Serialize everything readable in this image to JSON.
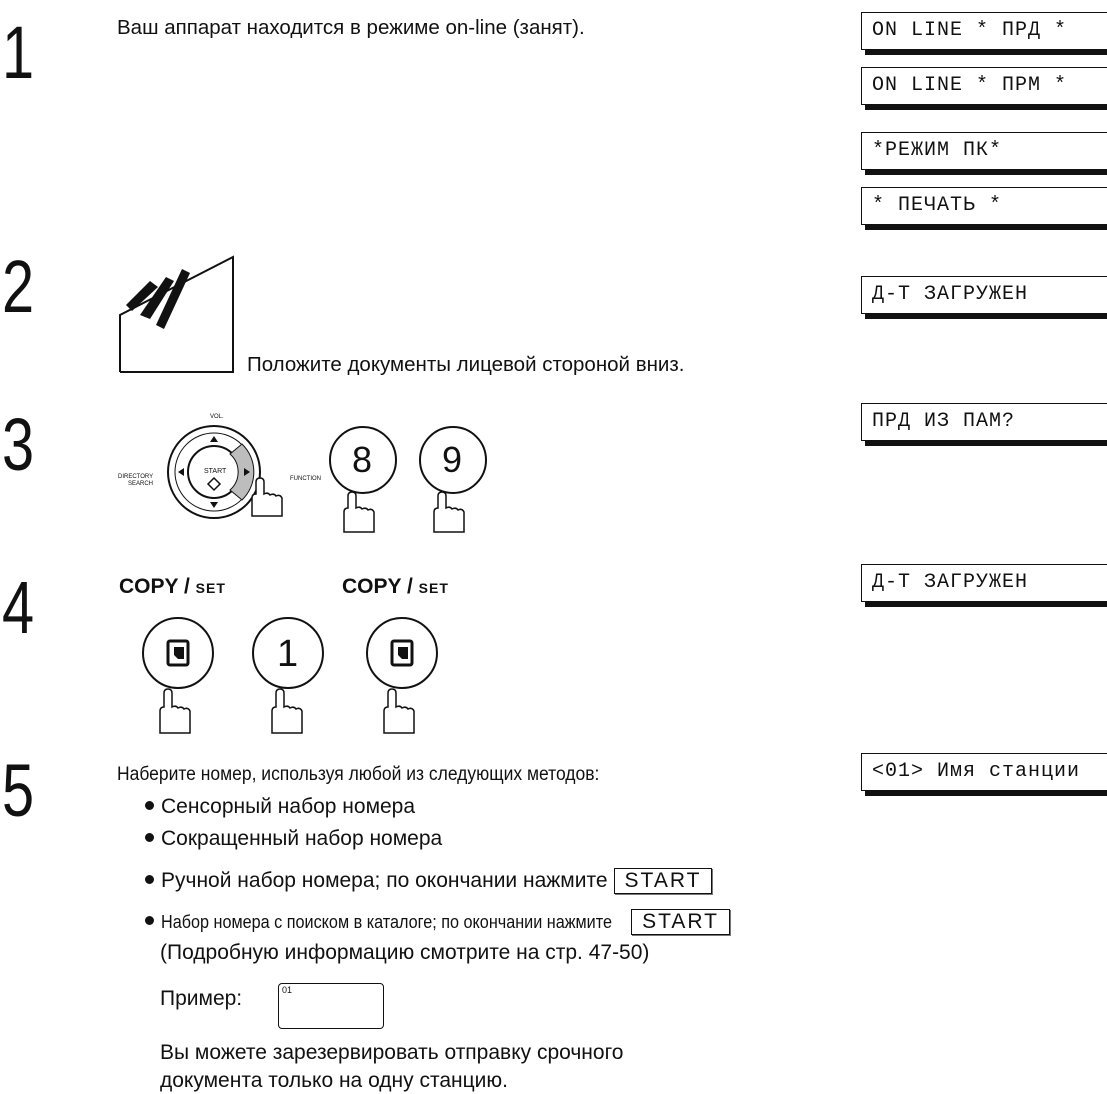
{
  "steps": {
    "s1": {
      "num": "1",
      "text": "Ваш  аппарат находится в режиме on-line (занят)."
    },
    "s2": {
      "num": "2",
      "text": "Положите документы лицевой стороной вниз."
    },
    "s3": {
      "num": "3",
      "key8": "8",
      "key9": "9",
      "panel": {
        "vol": "VOL.",
        "dir": "DIRECTORY",
        "search": "SEARCH",
        "start": "START",
        "function": "FUNCTION"
      }
    },
    "s4": {
      "num": "4",
      "copy": "COPY",
      "set": "SET",
      "key1": "1"
    },
    "s5": {
      "num": "5",
      "intro": "Наберите номер, используя любой из следующих методов:",
      "bullets": [
        "Сенсорный набор номера",
        "Сокращенный набор номера",
        "Ручной набор номера; по окончании нажмите",
        "Набор номера с поиском в каталоге; по окончании нажмите"
      ],
      "start_key": "START",
      "ref": "(Подробную информацию смотрите на стр. 47-50)",
      "example_label": "Пример:",
      "example_box": "01",
      "note_line1": "Вы можете зарезервировать отправку срочного",
      "note_line2": "документа только на одну станцию."
    }
  },
  "lcd": {
    "l1": "ON LINE * ПРД *",
    "l2": "ON LINE * ПРМ *",
    "l3": "*РЕЖИМ ПК*",
    "l4": "*  ПЕЧАТЬ  *",
    "l5": "Д-Т ЗАГРУЖЕН",
    "l6": "ПРД ИЗ ПАМ?",
    "l7": "Д-Т ЗАГРУЖЕН",
    "l8": "<01> Имя станции"
  }
}
